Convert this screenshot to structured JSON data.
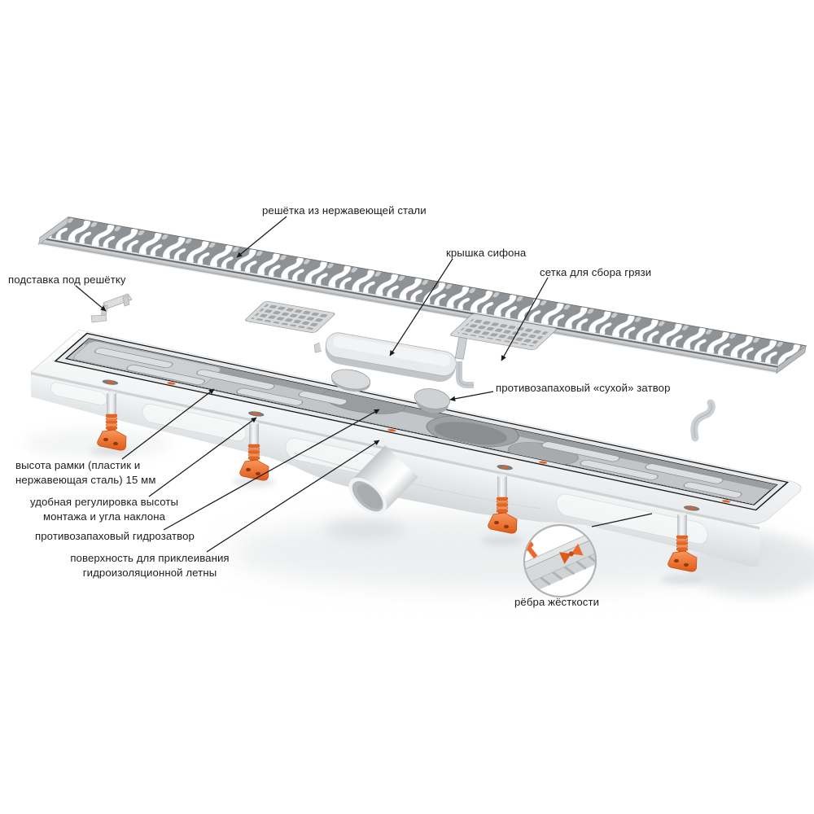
{
  "figure": {
    "type": "exploded-view product diagram",
    "product": "linear shower drain (душевой лоток)"
  },
  "labels": {
    "grate": "решётка из нержавеющей стали",
    "grate_support": "подставка под решётку",
    "siphon_cover": "крышка сифона",
    "dirt_screen": "сетка для сбора грязи",
    "dry_trap": "противозапаховый «сухой» затвор",
    "frame_height": "высота рамки (пластик и\nнержавеющая сталь) 15 мм",
    "height_adjust": "удобная регулировка высоты\nмонтажа и угла наклона",
    "water_trap": "противозапаховый гидрозатвор",
    "glue_surface": "поверхность для приклеивания\nгидроизоляционной летны",
    "stiffening_ribs": "рёбра жёсткости"
  },
  "colors": {
    "accent_orange": "#ec6a2e",
    "steel_gray": "#9b9e9f",
    "body_white": "#f7f8f9",
    "leader_line": "#1a1a1a"
  }
}
